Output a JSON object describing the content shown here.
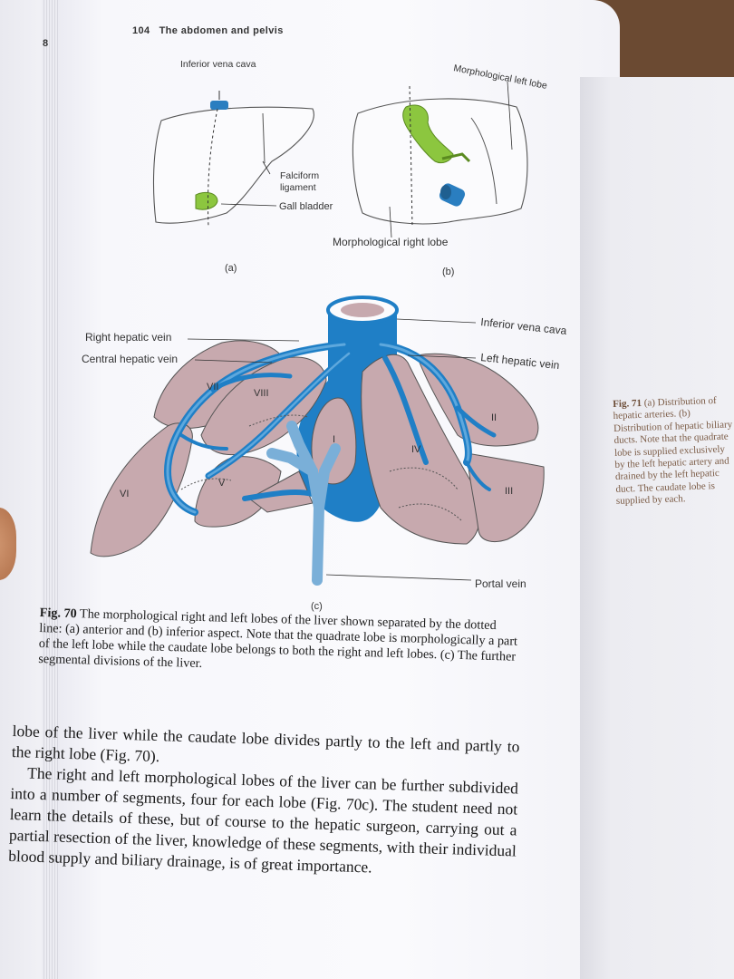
{
  "header": {
    "page_number": "104",
    "chapter_title": "The abdomen and pelvis",
    "stray_number": "8"
  },
  "figure70": {
    "panel_a": {
      "label_ivc": "Inferior vena cava",
      "label_falciform": "Falciform ligament",
      "label_gall": "Gall bladder",
      "tag": "(a)"
    },
    "panel_b": {
      "label_left_lobe": "Morphological left lobe",
      "label_right_lobe": "Morphological right lobe",
      "tag": "(b)"
    },
    "panel_c": {
      "label_rhv": "Right hepatic vein",
      "label_chv": "Central hepatic vein",
      "label_ivc": "Inferior vena cava",
      "label_lhv": "Left hepatic vein",
      "label_portal": "Portal vein",
      "tag": "(c)",
      "segments": [
        "I",
        "II",
        "III",
        "IV",
        "V",
        "VI",
        "VII",
        "VIII"
      ]
    },
    "caption_label": "Fig. 70",
    "caption_text": "The morphological right and left lobes of the liver shown separated by the dotted line: (a) anterior and (b) inferior aspect. Note that the quadrate lobe is morphologically a part of the left lobe while the caudate lobe belongs to both the right and left lobes. (c) The further segmental divisions of the liver."
  },
  "body": {
    "para1": "lobe of the liver while the caudate lobe divides partly to the left and partly to the right lobe (Fig. 70).",
    "para2": "The right and left morphological lobes of the liver can be further subdivided into a number of segments, four for each lobe (Fig. 70c). The student need not learn the details of these, but of course to the hepatic surgeon, carrying out a partial resection of the liver, knowledge of these segments, with their individual blood supply and biliary drainage, is of great importance."
  },
  "side_caption": {
    "label": "Fig. 71",
    "text": "(a) Distribution of hepatic arteries. (b) Distribution of hepatic biliary ducts. Note that the quadrate lobe is supplied exclusively by the left hepatic artery and drained by the left hepatic duct. The caudate lobe is supplied by each."
  },
  "colors": {
    "vein_blue": "#2a7ec0",
    "portal_blue": "#7aafd8",
    "liver_mauve": "#c7a9ae",
    "gall_green": "#8cc63f"
  }
}
